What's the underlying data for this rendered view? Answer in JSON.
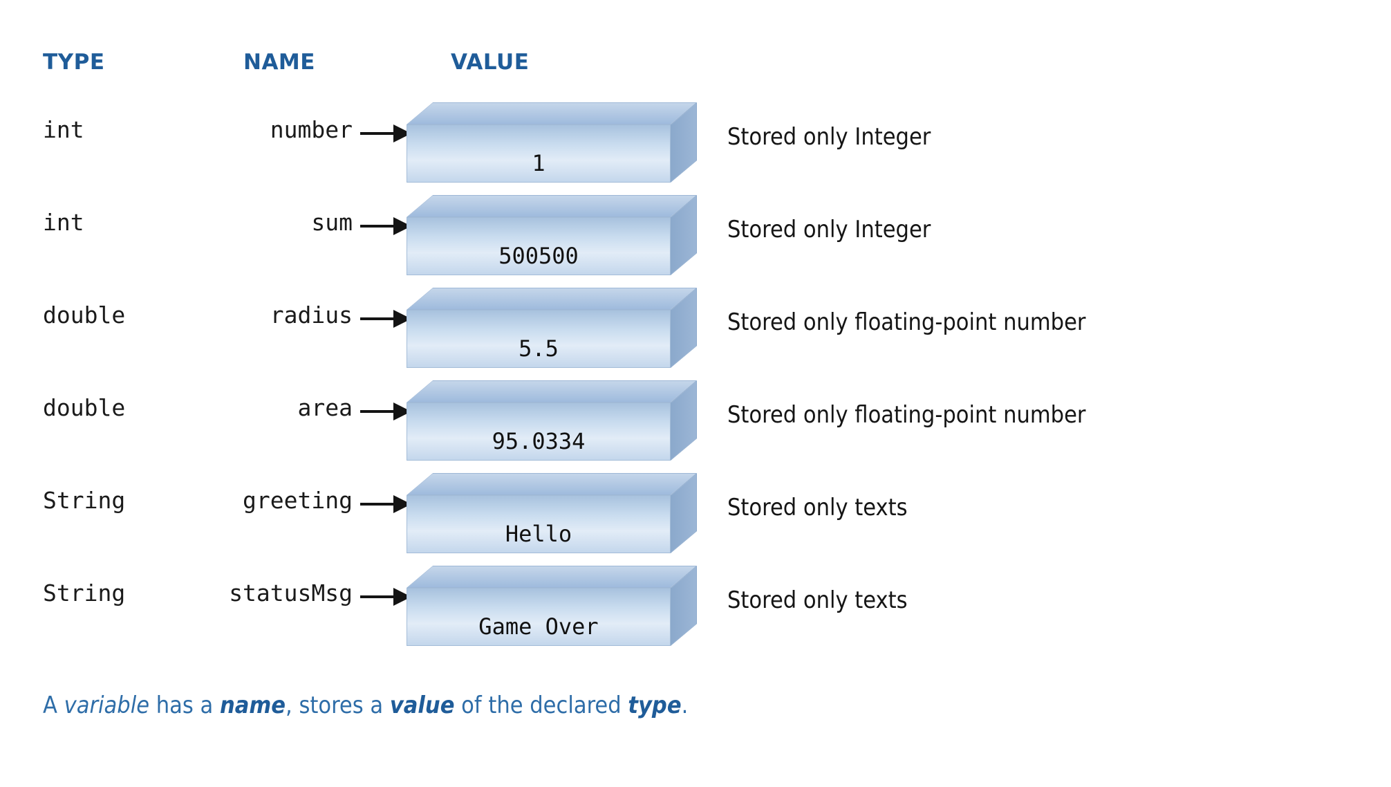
{
  "headers": {
    "type": "TYPE",
    "name": "NAME",
    "value": "VALUE"
  },
  "colors": {
    "header_blue": "#1F5C99",
    "caption_blue": "#2E6DA8",
    "box_front_light": "#e2ecf7",
    "box_front_dark": "#a8c2de",
    "box_top": "#9fbbdd",
    "box_side": "#8ba9cc",
    "text_dark": "#111111"
  },
  "rows": [
    {
      "type": "int",
      "name": "number",
      "value": "1",
      "description": "Stored only Integer"
    },
    {
      "type": "int",
      "name": "sum",
      "value": "500500",
      "description": "Stored only Integer"
    },
    {
      "type": "double",
      "name": "radius",
      "value": "5.5",
      "description": "Stored only floating-point number"
    },
    {
      "type": "double",
      "name": "area",
      "value": "95.0334",
      "description": "Stored only floating-point number"
    },
    {
      "type": "String",
      "name": "greeting",
      "value": "Hello",
      "description": "Stored only texts"
    },
    {
      "type": "String",
      "name": "statusMsg",
      "value": "Game Over",
      "description": "Stored only texts"
    }
  ],
  "caption": {
    "part1": "A ",
    "emphasis1": "variable",
    "part2": " has a ",
    "emphasis2": "name",
    "part3": ", stores a ",
    "emphasis3": "value",
    "part4": " of the declared ",
    "emphasis4": "type",
    "part5": "."
  }
}
